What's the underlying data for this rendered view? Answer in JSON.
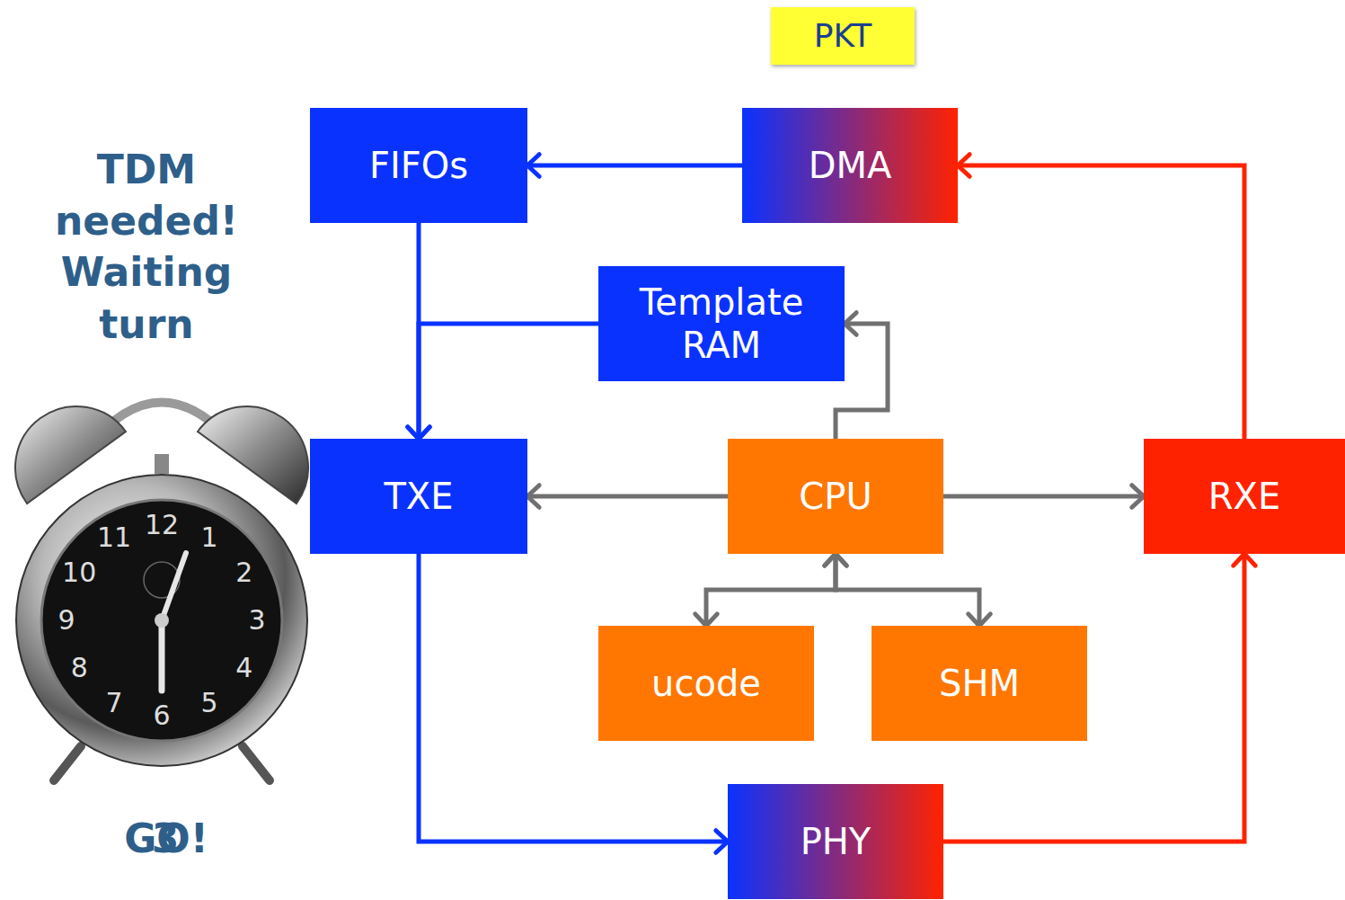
{
  "diagram": {
    "nodes": [
      {
        "text": [
          "PKT"
        ]
      },
      {
        "text": [
          "FIFOs"
        ]
      },
      {
        "text": [
          "DMA"
        ]
      },
      {
        "text": [
          "Template RAM"
        ]
      },
      {
        "text": [
          "TXE"
        ]
      },
      {
        "text": [
          "CPU"
        ]
      },
      {
        "text": [
          "RXE"
        ]
      },
      {
        "text": [
          "ucode"
        ]
      },
      {
        "text": [
          "SHM"
        ]
      },
      {
        "text": [
          "PHY"
        ]
      }
    ],
    "edges": [
      {
        "from": 2,
        "to": 1,
        "arrow": "to"
      },
      {
        "from": 1,
        "to": 4,
        "arrow": "to"
      },
      {
        "from": 3,
        "to": 4,
        "arrow": "to"
      },
      {
        "from": 5,
        "to": 3,
        "arrow": "to"
      },
      {
        "from": 5,
        "to": 4,
        "arrow": "to"
      },
      {
        "from": 5,
        "to": 6,
        "arrow": "to"
      },
      {
        "from": 5,
        "to": 7,
        "arrow": "both"
      },
      {
        "from": 5,
        "to": 8,
        "arrow": "both"
      },
      {
        "from": 4,
        "to": 9,
        "arrow": "to"
      },
      {
        "from": 9,
        "to": 6,
        "arrow": "to"
      },
      {
        "from": 6,
        "to": 2,
        "arrow": "to"
      }
    ],
    "labels": [
      "TDM needed! Waiting turn",
      "12",
      "1",
      "2",
      "3",
      "4",
      "5",
      "6",
      "7",
      "8",
      "9",
      "10",
      "11",
      "GO!",
      "3"
    ]
  }
}
